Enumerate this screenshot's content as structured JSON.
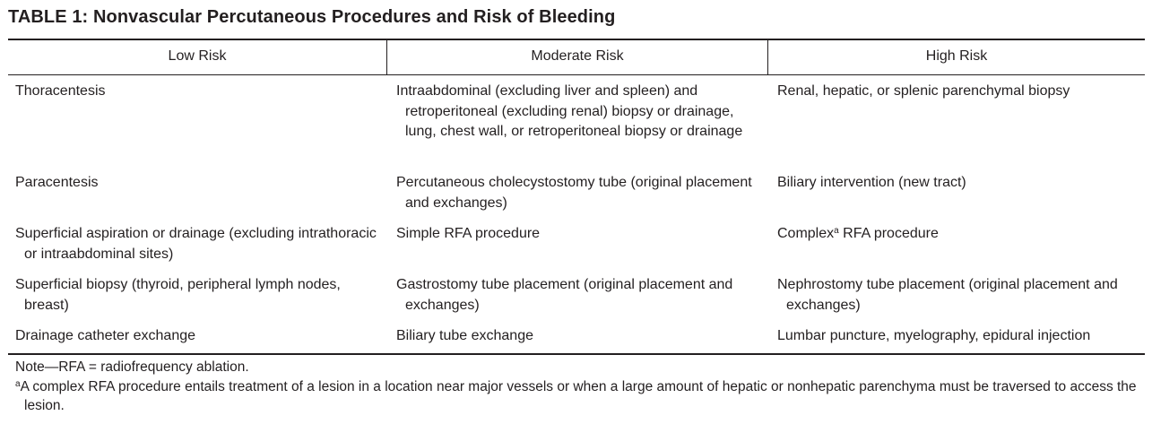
{
  "table": {
    "title": "TABLE 1: Nonvascular Percutaneous Procedures and Risk of Bleeding",
    "headers": [
      "Low Risk",
      "Moderate Risk",
      "High Risk"
    ],
    "rows": [
      {
        "low": "Thoracentesis",
        "moderate": "Intraabdominal (excluding liver and spleen) and retroperitoneal (excluding renal) biopsy or drainage, lung, chest wall, or retroperitoneal biopsy or drainage",
        "high": "Renal, hepatic, or splenic parenchymal biopsy"
      },
      {
        "low": "Paracentesis",
        "moderate": "Percutaneous cholecystostomy tube (original placement and exchanges)",
        "high": "Biliary intervention (new tract)"
      },
      {
        "low": "Superficial aspiration or drainage (excluding intrathoracic or intraabdominal sites)",
        "moderate": "Simple RFA procedure",
        "high_pre": "Complex",
        "high_sup": "a",
        "high_post": " RFA procedure"
      },
      {
        "low": "Superficial biopsy (thyroid, peripheral lymph nodes, breast)",
        "moderate": "Gastrostomy tube placement (original placement and exchanges)",
        "high": "Nephrostomy tube placement (original placement and exchanges)"
      },
      {
        "low": "Drainage catheter exchange",
        "moderate": "Biliary tube exchange",
        "high": "Lumbar puncture, myelography, epidural injection"
      }
    ],
    "notes": {
      "note": "Note—RFA = radiofrequency ablation.",
      "footnote_marker": "a",
      "footnote_text": "A complex RFA procedure entails treatment of a lesion in a location near major vessels or when a large amount of hepatic or nonhepatic parenchyma must be traversed to access the lesion."
    }
  }
}
